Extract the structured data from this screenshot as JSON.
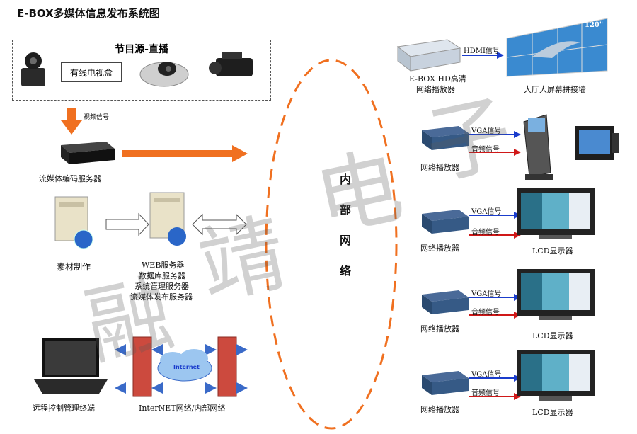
{
  "title": "E-BOX多媒体信息发布系统图",
  "source": {
    "title": "节目源-直播",
    "cable_tv": "有线电视盒"
  },
  "labels": {
    "video_signal": "视频信号",
    "encoder": "流媒体编码服务器",
    "material": "素材制作",
    "servers": [
      "WEB服务器",
      "数据库服务器",
      "系统管理服务器",
      "流媒体发布服务器"
    ],
    "remote": "远程控制管理终端",
    "internet_net": "InterNET网络/内部网络",
    "cloud": "Internet",
    "intranet": [
      "内",
      "部",
      "网",
      "络"
    ]
  },
  "right": {
    "hd_player": [
      "E-BOX HD高清",
      "网络播放器"
    ],
    "hdmi": "HDMI信号",
    "videowall": "大厅大屏幕拼接墙",
    "wall_badge": "120\"",
    "player": "网络播放器",
    "vga": "VGA信号",
    "audio": "音频信号",
    "lcd": "LCD显示器"
  },
  "watermark": [
    "融",
    "靖",
    "电",
    "子"
  ],
  "colors": {
    "orange": "#f07020",
    "blue": "#1a3ccc",
    "red": "#d01818",
    "wall": "#3a8ad0"
  }
}
